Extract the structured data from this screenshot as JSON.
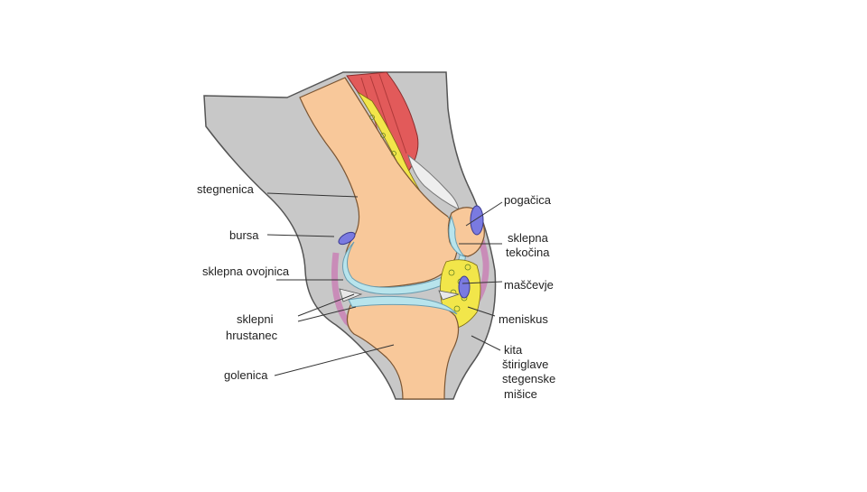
{
  "labels": {
    "stegnenica": "stegnenica",
    "bursa": "bursa",
    "sklepna_ovojnica": "sklepna ovojnica",
    "sklepni_hrustanec_1": "sklepni",
    "sklepni_hrustanec_2": "hrustanec",
    "golenica": "golenica",
    "pogacica": "pogačica",
    "sklepna_tekocina_1": "sklepna",
    "sklepna_tekocina_2": "tekočina",
    "mascevje": "maščevje",
    "meniskus": "meniskus",
    "kita_1": "kita",
    "kita_2": "štiriglave",
    "kita_3": "stegenske",
    "kita_4": "mišice"
  },
  "colors": {
    "tissue": "#c8c8c8",
    "bone": "#f8c89a",
    "cartilage": "#b8e4ec",
    "fluid_outline": "#6a9db0",
    "muscle": "#e25a5a",
    "fat": "#f2e64a",
    "bursa": "#7a7ae0",
    "capsule": "#c98cb8",
    "tendon": "#eeeeee",
    "leader": "#333333"
  }
}
